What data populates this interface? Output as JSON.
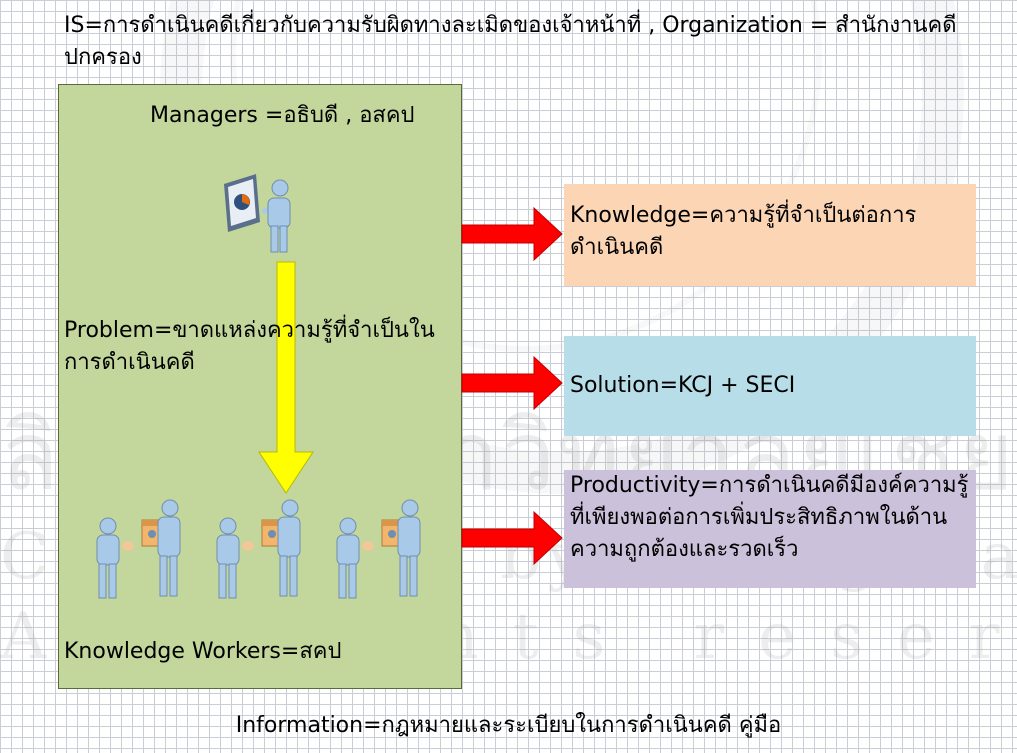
{
  "title": "IS=การดำเนินคดีเกี่ยวกับความรับผิดทางละเมิดของเจ้าหน้าที่ , Organization = สำนักงานคดีปกครอง",
  "managers": {
    "label": "Managers =อธิบดี , อสคป"
  },
  "problem": {
    "label": "Problem=ขาดแหล่งความรู้ที่จำเป็นในการดำเนินคดี"
  },
  "knowledge_workers": {
    "label": "Knowledge Workers=สคป"
  },
  "knowledge": {
    "label": "Knowledge=ความรู้ที่จำเป็นต่อการดำเนินคดี",
    "fill": "#fcd5b5"
  },
  "solution": {
    "label": "Solution=KCJ + SECI",
    "fill": "#b7dee8"
  },
  "productivity": {
    "label": "Productivity=การดำเนินคดีมีองค์ความรู้ที่เพียงพอต่อการเพิ่มประสิทธิภาพในด้านความถูกต้องและรวดเร็ว",
    "fill": "#ccc1da"
  },
  "information": {
    "label": "Information=กฎหมายและระเบียบในการดำเนินคดี คู่มือ"
  },
  "colors": {
    "panel": "#c3d69b",
    "red_arrow": "#ff0000",
    "yellow_arrow": "#ffff00",
    "person": "#a9c9e8"
  },
  "watermark": {
    "thai": "ลิขสิทธิ์มหาวิทยาลัยเชียงใหม่",
    "copyright": "Copyright © by Chiang Mai University",
    "rights": "All rights reserved"
  }
}
